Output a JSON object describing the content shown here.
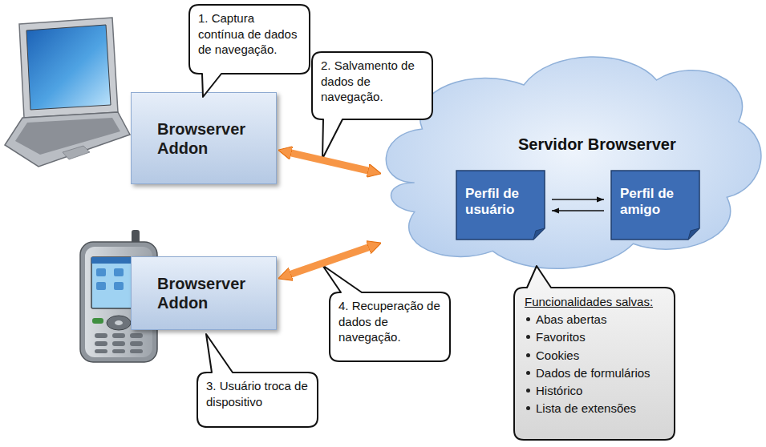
{
  "diagram": {
    "nodes": [
      {
        "text": [
          "Browserver Addon"
        ]
      },
      {
        "text": [
          "Servidor Browserver"
        ]
      },
      {
        "text": [
          "Perfil de usuário"
        ],
        "in": 1
      },
      {
        "text": [
          "Perfil de amigo"
        ],
        "in": 1
      },
      {
        "text": [
          "Browserver Addon"
        ]
      },
      {
        "text": [
          "1. Captura contínua de dados de navegação."
        ]
      },
      {
        "text": [
          "2. Salvamento de dados de navegação."
        ]
      },
      {
        "text": [
          "3. Usuário troca de dispositivo"
        ]
      },
      {
        "text": [
          "4. Recuperação de dados de navegação."
        ]
      },
      {
        "text": [
          "Funcionalidades salvas:",
          "Abas abertas",
          "Favoritos",
          "Cookies",
          "Dados de formulários",
          "Histórico",
          "Lista de extensões"
        ]
      }
    ],
    "edges": [
      {
        "from": 0,
        "to": 1,
        "arrow": "both"
      },
      {
        "from": 4,
        "to": 1,
        "arrow": "both"
      },
      {
        "from": 2,
        "to": 3,
        "arrow": "to"
      },
      {
        "from": 3,
        "to": 2,
        "arrow": "to"
      }
    ]
  }
}
